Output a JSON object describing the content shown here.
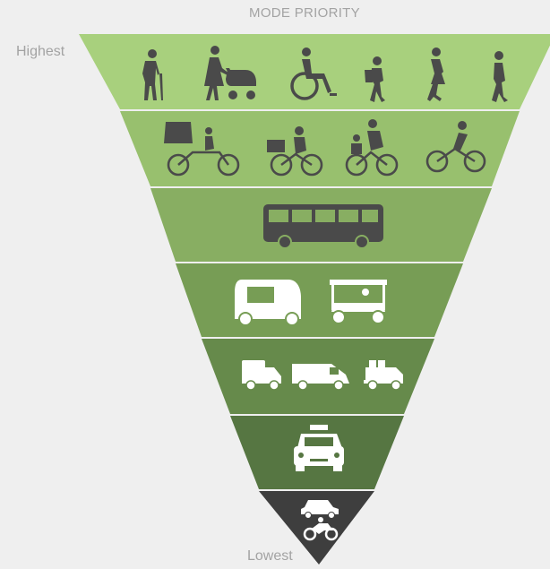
{
  "diagram": {
    "title": "MODE PRIORITY",
    "top_label": "Highest",
    "bottom_label": "Lowest"
  },
  "colors": {
    "background": "#efefef",
    "label_text": "#a3a3a3",
    "icon": "#4a4a4a",
    "icon_light": "#ffffff",
    "tier_colors": [
      "#a8d07d",
      "#98c06e",
      "#88ae62",
      "#779d55",
      "#668a4b",
      "#567642",
      "#3e3e3e"
    ]
  },
  "tiers": [
    {
      "name": "pedestrians",
      "icons": [
        "elderly-with-cane-icon",
        "parent-with-stroller-icon",
        "wheelchair-user-icon",
        "child-with-backpack-icon",
        "woman-walking-icon",
        "man-walking-icon"
      ]
    },
    {
      "name": "cyclists",
      "icons": [
        "cycle-rickshaw-icon",
        "delivery-bicycle-icon",
        "bicycle-with-child-seat-icon",
        "cyclist-icon"
      ]
    },
    {
      "name": "public-transit",
      "icons": [
        "bus-icon"
      ]
    },
    {
      "name": "auto-rickshaws",
      "icons": [
        "auto-rickshaw-icon",
        "e-rickshaw-icon"
      ]
    },
    {
      "name": "goods-vehicles",
      "icons": [
        "box-truck-icon",
        "van-icon",
        "pickup-truck-with-cargo-icon"
      ]
    },
    {
      "name": "taxis",
      "icons": [
        "taxi-icon"
      ]
    },
    {
      "name": "private-vehicles",
      "icons": [
        "car-icon",
        "motorcycle-icon"
      ]
    }
  ]
}
